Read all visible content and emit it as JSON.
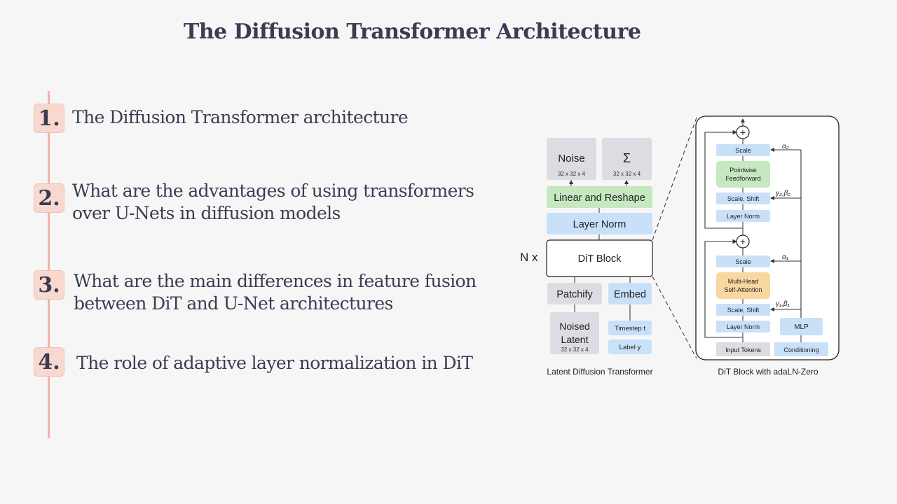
{
  "title": "The Diffusion Transformer Architecture",
  "items": [
    {
      "number": "1.",
      "lines": [
        "The Diffusion Transformer architecture"
      ]
    },
    {
      "number": "2.",
      "lines": [
        "What are the advantages of using transformers",
        "over U-Nets in diffusion models"
      ]
    },
    {
      "number": "3.",
      "lines": [
        "What are the main differences in feature fusion",
        "between DiT and U-Net architectures"
      ]
    },
    {
      "number": "4.",
      "lines": [
        "The role of adaptive layer normalization in DiT"
      ]
    }
  ],
  "diagram": {
    "left": {
      "noise": "Noise",
      "noise_dim": "32 x 32 x 4",
      "sigma": "Σ",
      "sigma_dim": "32 x 32 x 4",
      "linear_reshape": "Linear and Reshape",
      "layer_norm": "Layer Norm",
      "n_x": "N x",
      "dit_block": "DiT Block",
      "patchify": "Patchify",
      "embed": "Embed",
      "noised_latent_1": "Noised",
      "noised_latent_2": "Latent",
      "noised_latent_dim": "32 x 32 x 4",
      "timestep": "Timestep t",
      "label": "Label y",
      "caption": "Latent Diffusion Transformer"
    },
    "right": {
      "plus": "+",
      "scale_top": "Scale",
      "alpha2": "α₂",
      "pointwise_1": "Pointwise",
      "pointwise_2": "Feedforward",
      "scale_shift_top": "Scale, Shift",
      "gamma2_beta2": "γ₂,β₂",
      "layer_norm_top": "Layer Norm",
      "scale_bottom": "Scale",
      "alpha1": "α₁",
      "mhsa_1": "Multi-Head",
      "mhsa_2": "Self-Attention",
      "scale_shift_bottom": "Scale, Shift",
      "gamma1_beta1": "γ₁,β₁",
      "layer_norm_bottom": "Layer Norm",
      "mlp": "MLP",
      "input_tokens": "Input Tokens",
      "conditioning": "Conditioning",
      "caption": "DiT Block with adaLN-Zero"
    }
  },
  "colors": {
    "text": "#3a3d52",
    "timeline": "#efb3a6",
    "badge": "#f9d9cf",
    "blue_box": "#c9e1f8",
    "green_box": "#c5e8c0",
    "gray_box": "#dcdce2",
    "orange_box": "#f8d8a0"
  }
}
